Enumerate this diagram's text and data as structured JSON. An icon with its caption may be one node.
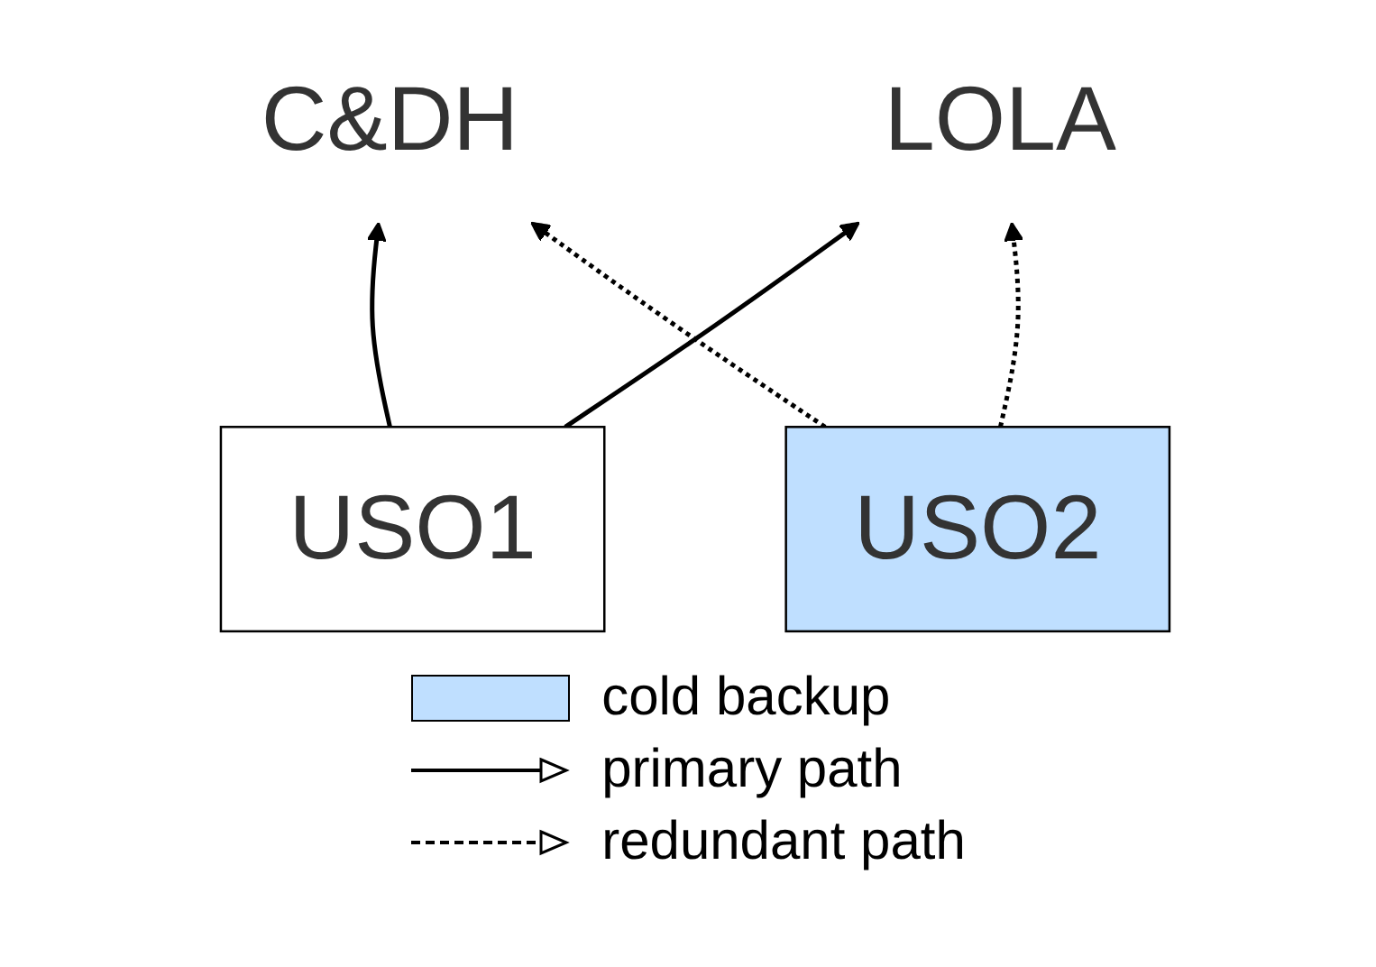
{
  "diagram": {
    "nodes": [
      {
        "text": [
          "C&DH"
        ]
      },
      {
        "text": [
          "LOLA"
        ]
      },
      {
        "text": [
          "USO1"
        ]
      },
      {
        "text": [
          "USO2"
        ]
      }
    ],
    "edges": [
      {
        "from": 2,
        "to": 0,
        "arrow": "to"
      },
      {
        "from": 3,
        "to": 0,
        "arrow": "to",
        "style": "dashed"
      },
      {
        "from": 2,
        "to": 1,
        "arrow": "to"
      },
      {
        "from": 3,
        "to": 1,
        "arrow": "to",
        "style": "dashed"
      }
    ],
    "legend": [
      {
        "text": "cold backup",
        "color": "#bfdfff"
      },
      {
        "text": "primary path"
      },
      {
        "text": "redundant path"
      }
    ]
  }
}
